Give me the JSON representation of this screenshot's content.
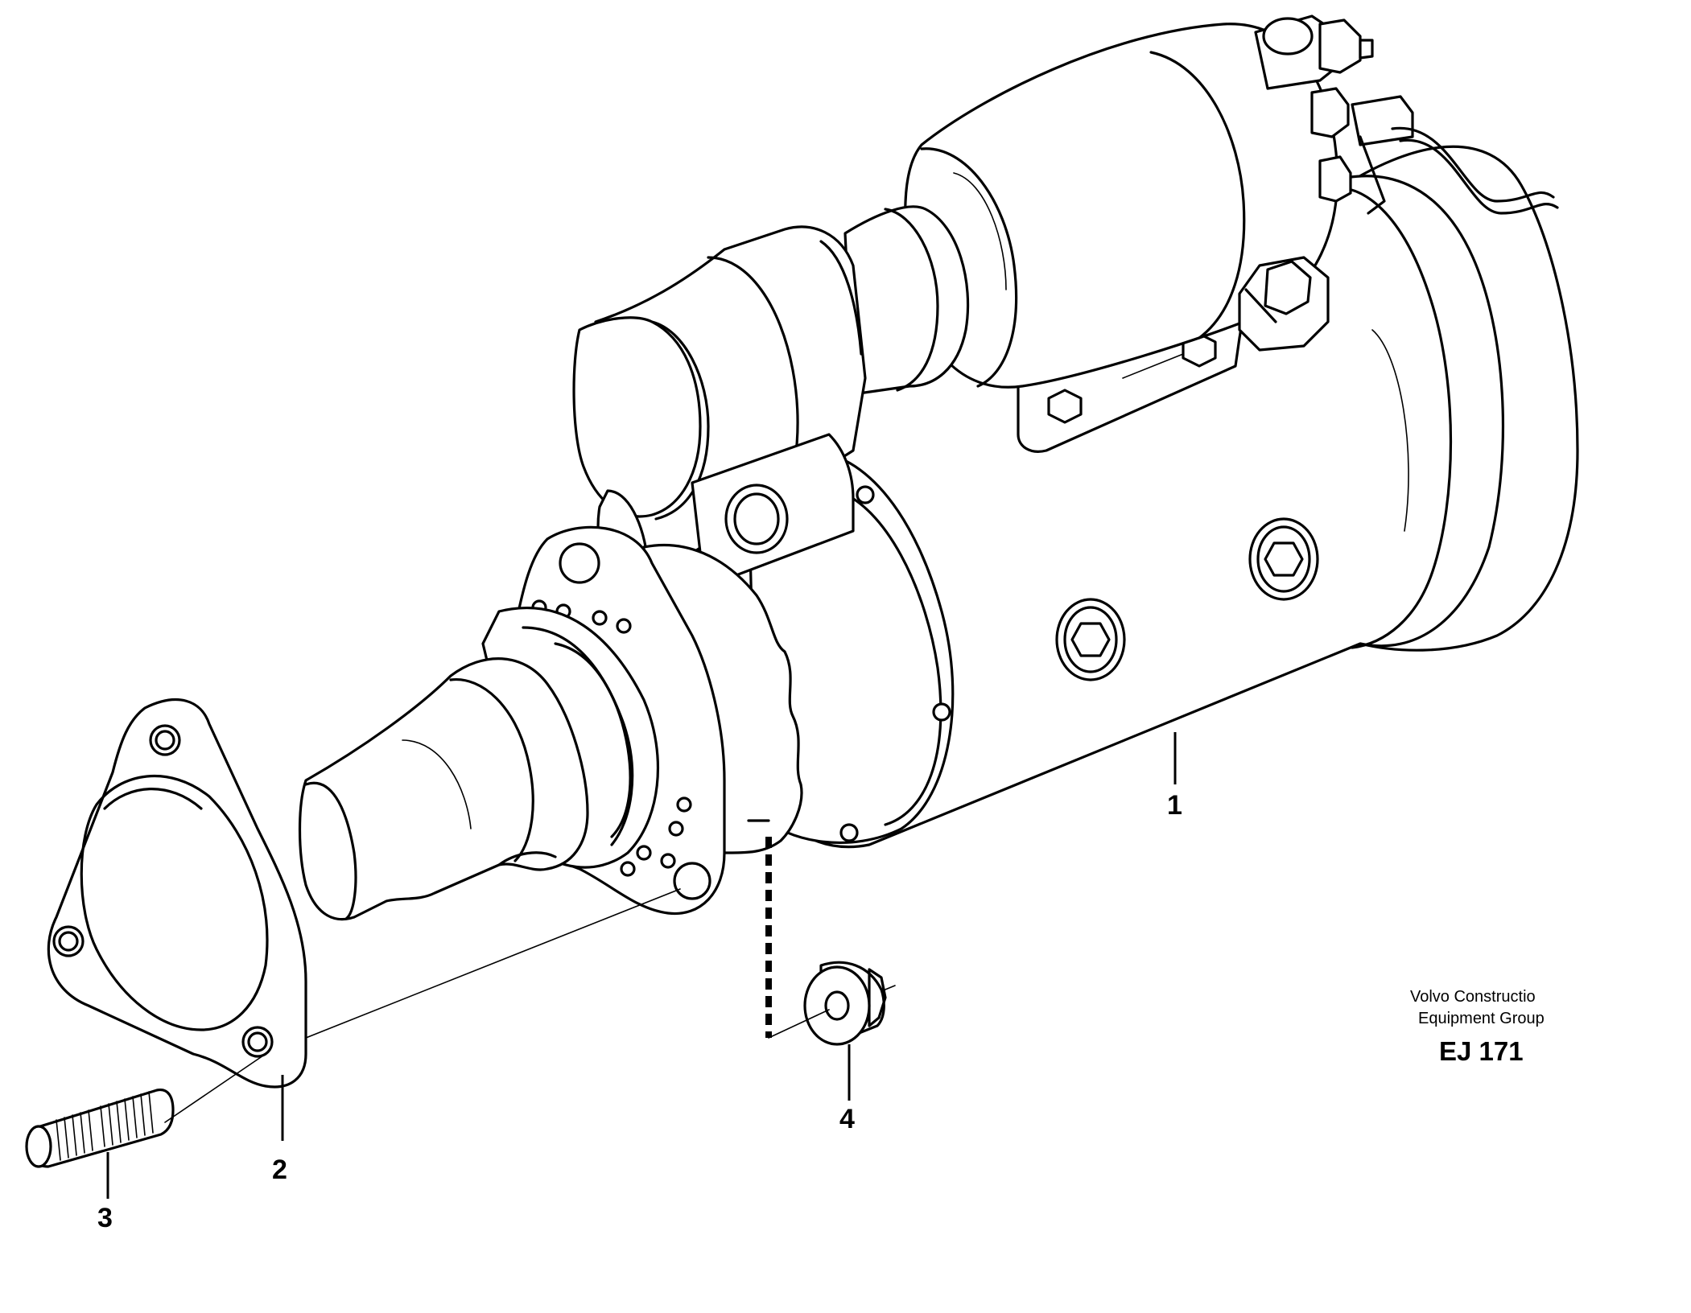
{
  "diagram": {
    "callouts": [
      {
        "id": "1",
        "label": "1"
      },
      {
        "id": "2",
        "label": "2"
      },
      {
        "id": "3",
        "label": "3"
      },
      {
        "id": "4",
        "label": "4"
      }
    ],
    "credit": {
      "line1": "Volvo Constructio",
      "line2": "Equipment Group",
      "code": "EJ 171"
    }
  }
}
